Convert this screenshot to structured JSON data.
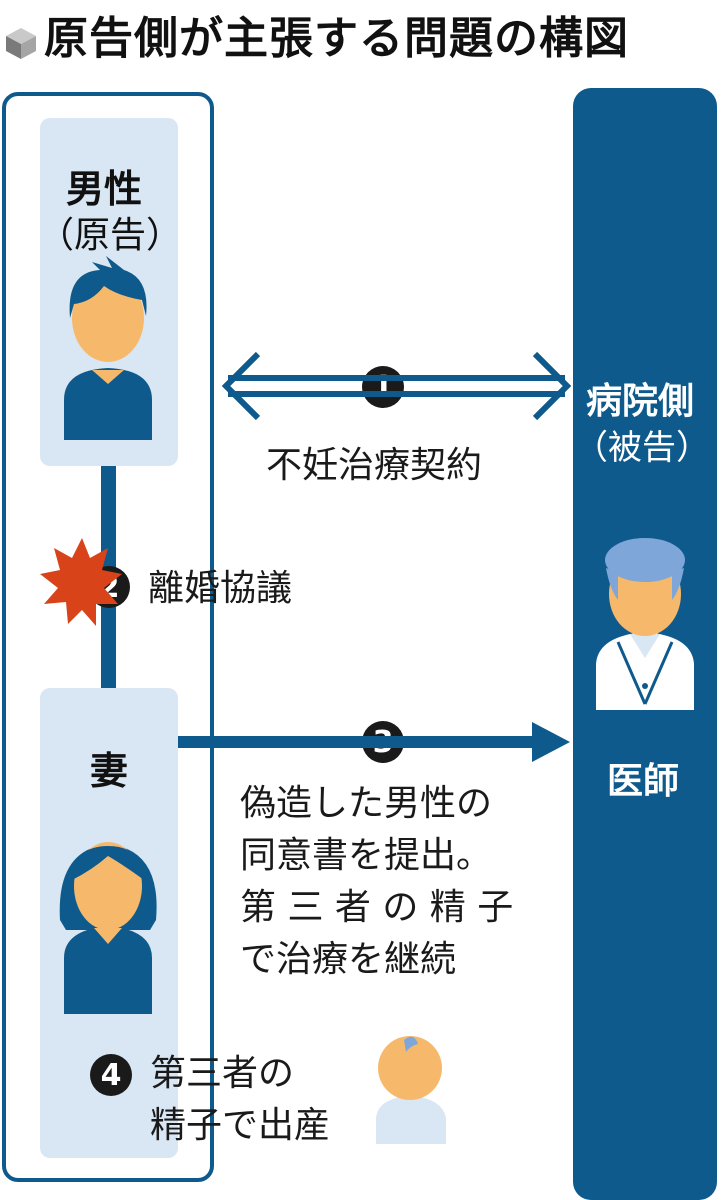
{
  "title": "原告側が主張する問題の構図",
  "man": {
    "name": "男性",
    "role": "（原告）"
  },
  "hospital": {
    "name": "病院側",
    "role": "（被告）",
    "doctor": "医師"
  },
  "wife": {
    "name": "妻"
  },
  "steps": [
    {
      "num": "1",
      "lines": [
        "不妊治療契約"
      ]
    },
    {
      "num": "2",
      "lines": [
        "離婚協議"
      ]
    },
    {
      "num": "3",
      "lines": [
        "偽造した男性の",
        "同意書を提出。",
        "第 三 者 の 精 子",
        "で治療を継続"
      ]
    },
    {
      "num": "4",
      "lines": [
        "第三者の",
        "精子で出産"
      ]
    }
  ],
  "colors": {
    "navy": "#0f5a8c",
    "light_blue": "#d9e6f3",
    "skin": "#f6b96b",
    "burst": "#d9431a",
    "doctor_hair": "#7ea6d8"
  }
}
